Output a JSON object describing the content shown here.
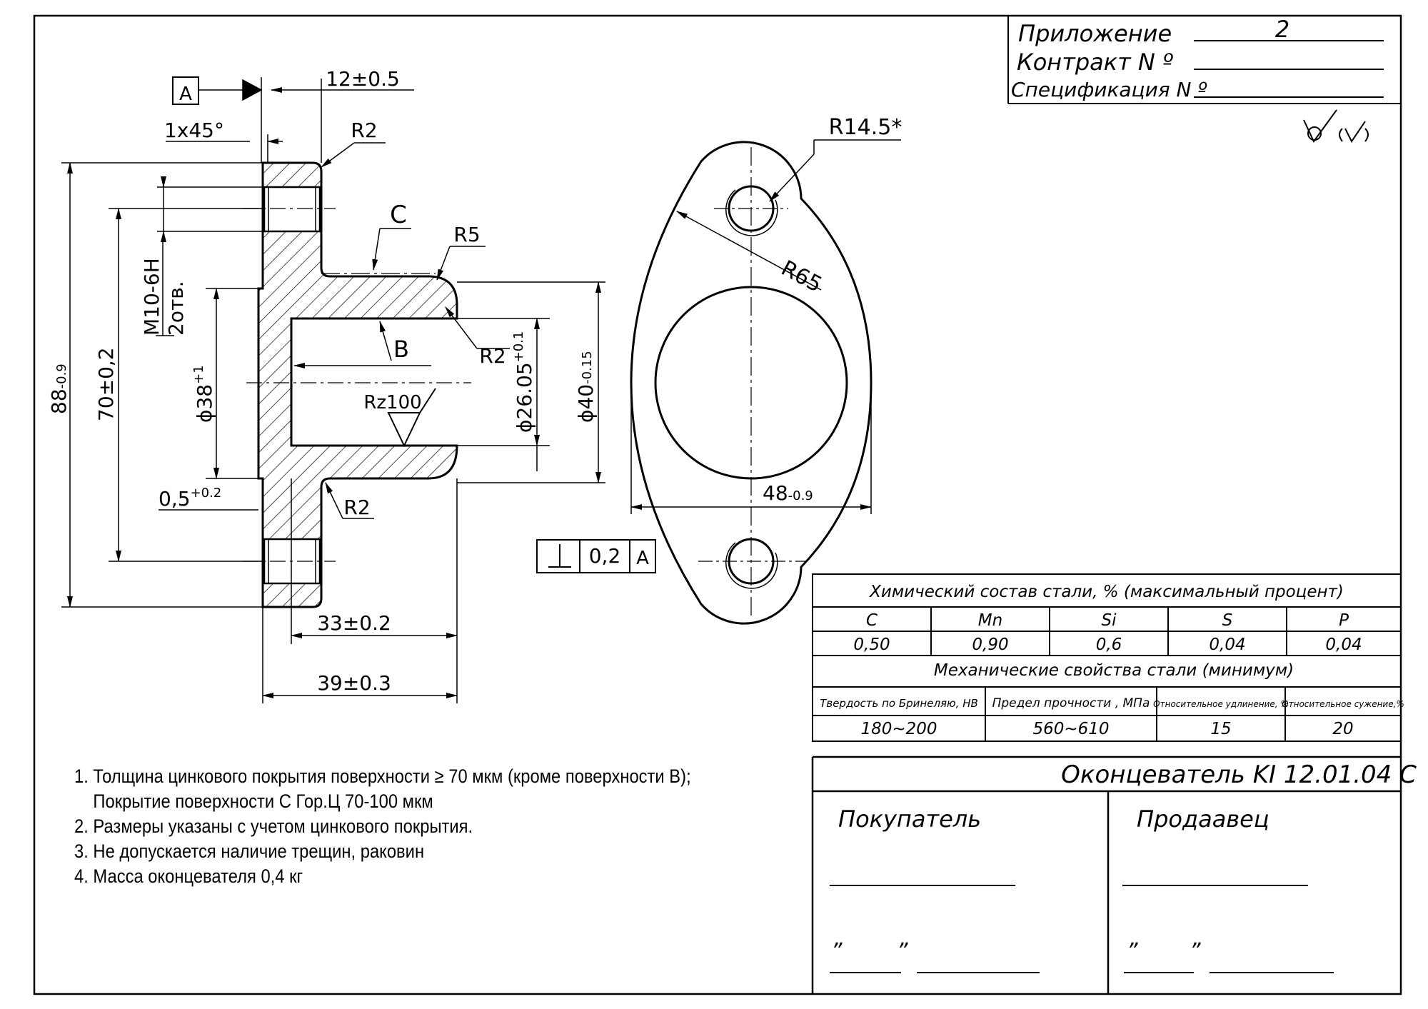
{
  "header": {
    "appendix_label": "Приложение",
    "appendix_value": "2",
    "contract_label": "Контракт  N  º",
    "spec_label": "Спецификация  N º"
  },
  "roughness_symbol": "√ (√)",
  "drawing": {
    "datum": "A",
    "dims": {
      "d12": "12±0.5",
      "chamfer": "1x45°",
      "r2_top": "R2",
      "c_label": "C",
      "r5": "R5",
      "thread": "M10-6H",
      "holes": "2отв.",
      "d88": "88",
      "d88_tol": "-0.9",
      "d70": "70±0,2",
      "d38": "ϕ38",
      "d38_tol": "+1",
      "b_label": "B",
      "r2_mid": "R2",
      "d26": "ϕ26.05",
      "d26_tol": "+0.1",
      "d40": "ϕ40",
      "d40_tol": "-0.15",
      "rz": "Rz100",
      "d05": "0,5",
      "d05_tol": "+0.2",
      "r2_bot": "R2",
      "d33": "33±0.2",
      "d39": "39±0.3",
      "perp_value": "0,2",
      "perp_datum": "A",
      "r145": "R14.5*",
      "r65": "R65",
      "d48": "48",
      "d48_tol": "-0.9"
    }
  },
  "chem_table": {
    "title": "Химический  состав  стали,  %  (максимальный  процент)",
    "headers": [
      "C",
      "Mn",
      "Si",
      "S",
      "P"
    ],
    "values": [
      "0,50",
      "0,90",
      "0,6",
      "0,04",
      "0,04"
    ]
  },
  "mech_table": {
    "title": "Механические  свойства  стали  (минимум)",
    "headers": [
      "Твердость  по  Бринеляю,  HB",
      "Предел  прочности  ,  МПа",
      "Относительное  удлинение,  %",
      "Относительное  сужение,%"
    ],
    "values": [
      "180~200",
      "560~610",
      "15",
      "20"
    ]
  },
  "title_block": {
    "part_name": "Оконцеватель  KI  12.01.04  C",
    "buyer": "Покупатель",
    "seller": "Продаавец",
    "quote": "”"
  },
  "notes": [
    "1. Толщина цинкового покрытия поверхности ≥ 70 мкм (кроме поверхности B);",
    "    Покрытие поверхности С Гор.Ц 70-100 мкм",
    "2. Размеры указаны с учетом цинкового покрытия.",
    "3. Не допускается наличие трещин, раковин",
    "4. Масса оконцевателя  0,4 кг"
  ]
}
